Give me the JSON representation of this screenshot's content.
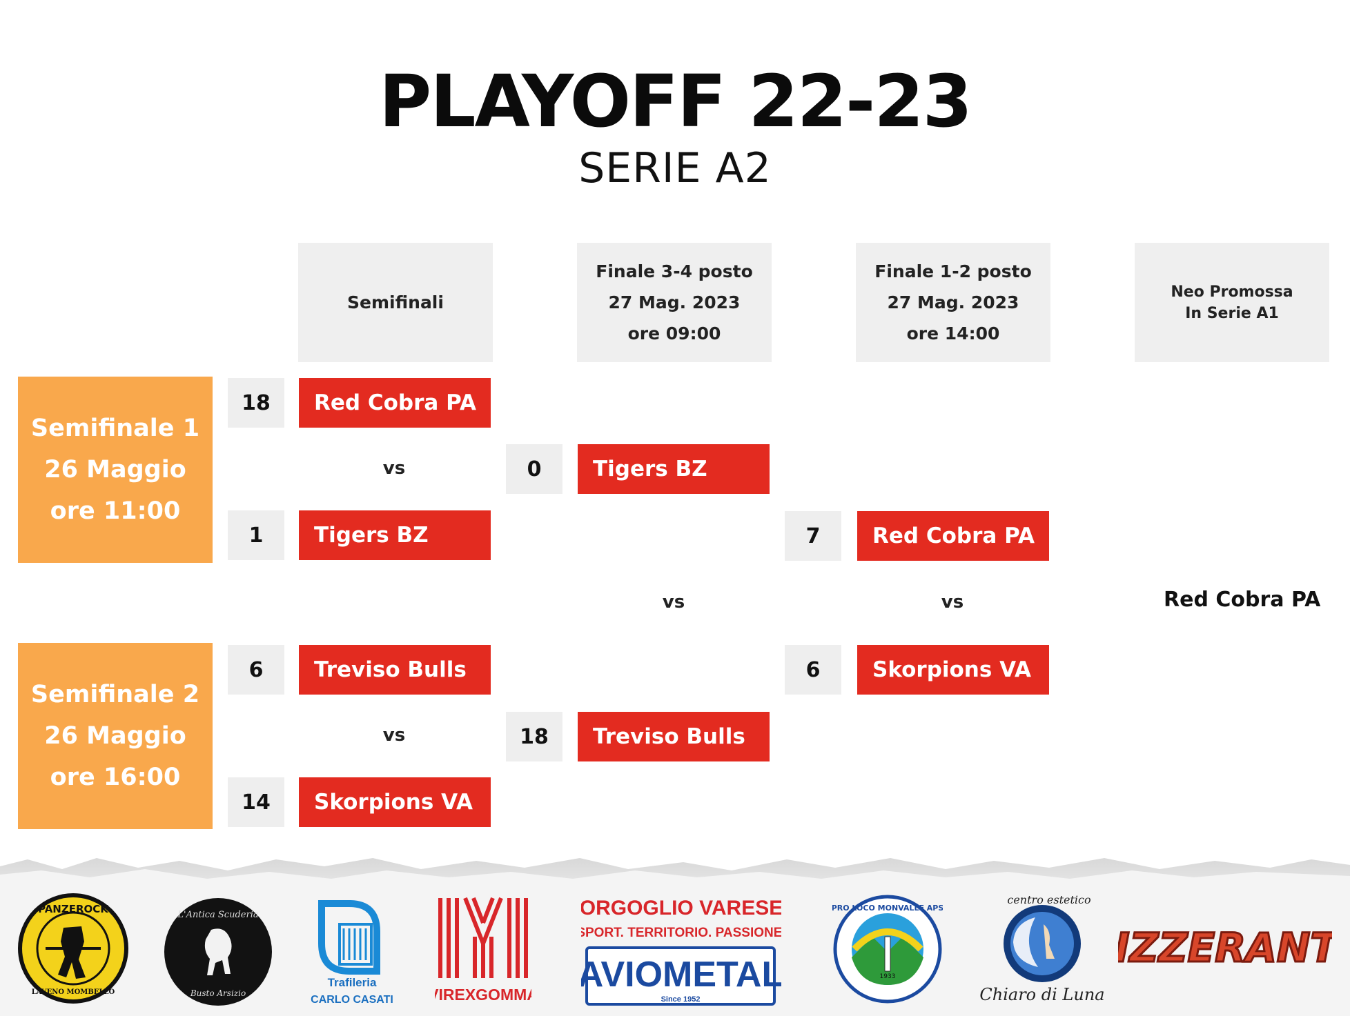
{
  "header": {
    "title": "PLAYOFF 22-23",
    "subtitle": "SERIE A2"
  },
  "columns": {
    "semifinali": "Semifinali",
    "finale34": [
      "Finale 3-4 posto",
      "27 Mag. 2023",
      "ore 09:00"
    ],
    "finale12": [
      "Finale 1-2 posto",
      "27 Mag. 2023",
      "ore 14:00"
    ],
    "promossa": [
      "Neo Promossa",
      "In Serie A1"
    ]
  },
  "semifinals": [
    {
      "label": [
        "Semifinale 1",
        "26 Maggio",
        "ore 11:00"
      ],
      "team_a": {
        "name": "Red Cobra PA",
        "score": "18"
      },
      "team_b": {
        "name": "Tigers BZ",
        "score": "1"
      },
      "vs": "vs"
    },
    {
      "label": [
        "Semifinale 2",
        "26 Maggio",
        "ore 16:00"
      ],
      "team_a": {
        "name": "Treviso Bulls",
        "score": "6"
      },
      "team_b": {
        "name": "Skorpions VA",
        "score": "14"
      },
      "vs": "vs"
    }
  ],
  "finale34": {
    "team_a": {
      "name": "Tigers BZ",
      "score": "0"
    },
    "team_b": {
      "name": "Treviso Bulls",
      "score": "18"
    },
    "vs": "vs"
  },
  "finale12": {
    "team_a": {
      "name": "Red Cobra PA",
      "score": "7"
    },
    "team_b": {
      "name": "Skorpions VA",
      "score": "6"
    },
    "vs": "vs"
  },
  "promoted": "Red Cobra PA",
  "sponsors": [
    {
      "name": "PANZEROCK",
      "sub": "LAVENO MOMBELLO"
    },
    {
      "name": "L'Antica Scuderia",
      "sub": "Busto Arsizio"
    },
    {
      "name": "Trafileria",
      "sub": "CARLO CASATI"
    },
    {
      "name": "VIREXGOMMA",
      "sub": ""
    },
    {
      "name": "ORGOGLIO VARESE",
      "sub": "SPORT. TERRITORIO. PASSIONE.",
      "extra": "AVIOMETAL",
      "extra_sub": "Since 1952"
    },
    {
      "name": "PRO LOCO MONVALLE APS",
      "sub": "1933"
    },
    {
      "name": "centro estetico",
      "sub": "Chiaro di Luna"
    },
    {
      "name": "PIZZERANTE",
      "sub": ""
    }
  ]
}
